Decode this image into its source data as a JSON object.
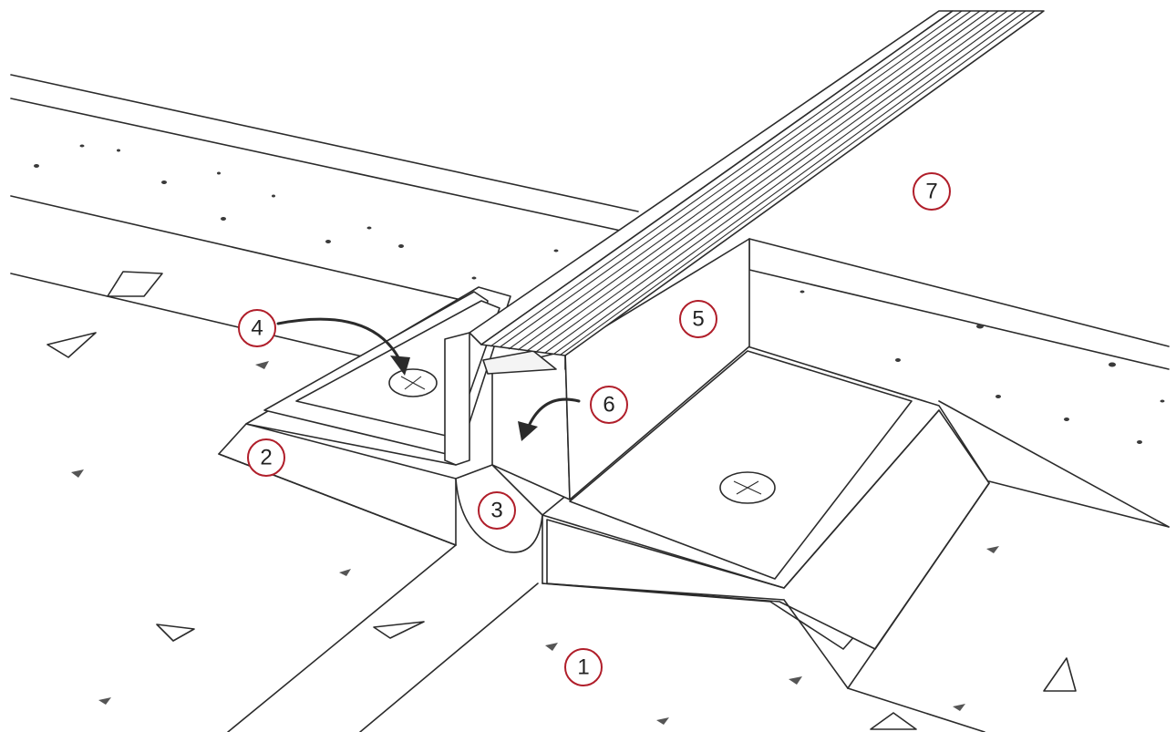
{
  "callouts": [
    {
      "number": "1"
    },
    {
      "number": "2"
    },
    {
      "number": "3"
    },
    {
      "number": "4"
    },
    {
      "number": "5"
    },
    {
      "number": "6"
    },
    {
      "number": "7"
    }
  ],
  "colors": {
    "callout_ring": "#b01e2a",
    "line": "#2b2b2b",
    "background": "#ffffff"
  }
}
